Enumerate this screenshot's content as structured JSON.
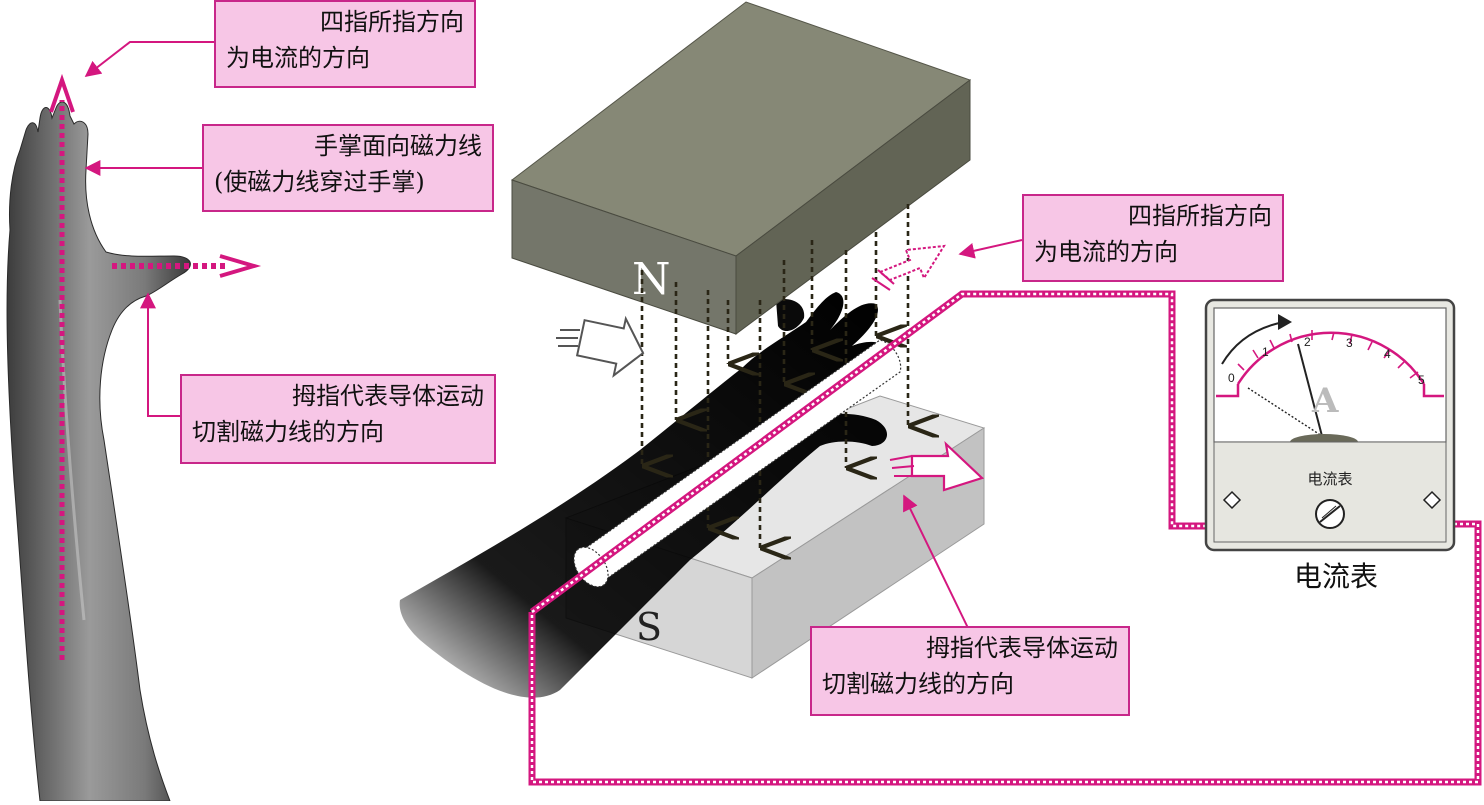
{
  "labels": {
    "top_left": {
      "line1": "四指所指方向",
      "line2": "为电流的方向"
    },
    "palm": {
      "line1": "手掌面向磁力线",
      "line2": "(使磁力线穿过手掌)"
    },
    "thumb_left": {
      "line1": "拇指代表导体运动",
      "line2": "切割磁力线的方向"
    },
    "top_right": {
      "line1": "四指所指方向",
      "line2": "为电流的方向"
    },
    "thumb_bottom": {
      "line1": "拇指代表导体运动",
      "line2": "切割磁力线的方向"
    }
  },
  "magnets": {
    "north": "N",
    "south": "S"
  },
  "ammeter": {
    "title": "电流表",
    "caption": "电流表",
    "unit": "A",
    "scale": [
      "0",
      "1",
      "2",
      "3",
      "4",
      "5"
    ]
  },
  "colors": {
    "accent": "#d4177f",
    "callout_fill": "#f7c6e6",
    "north_magnet": "#75776a",
    "south_magnet": "#cfcfcf"
  }
}
